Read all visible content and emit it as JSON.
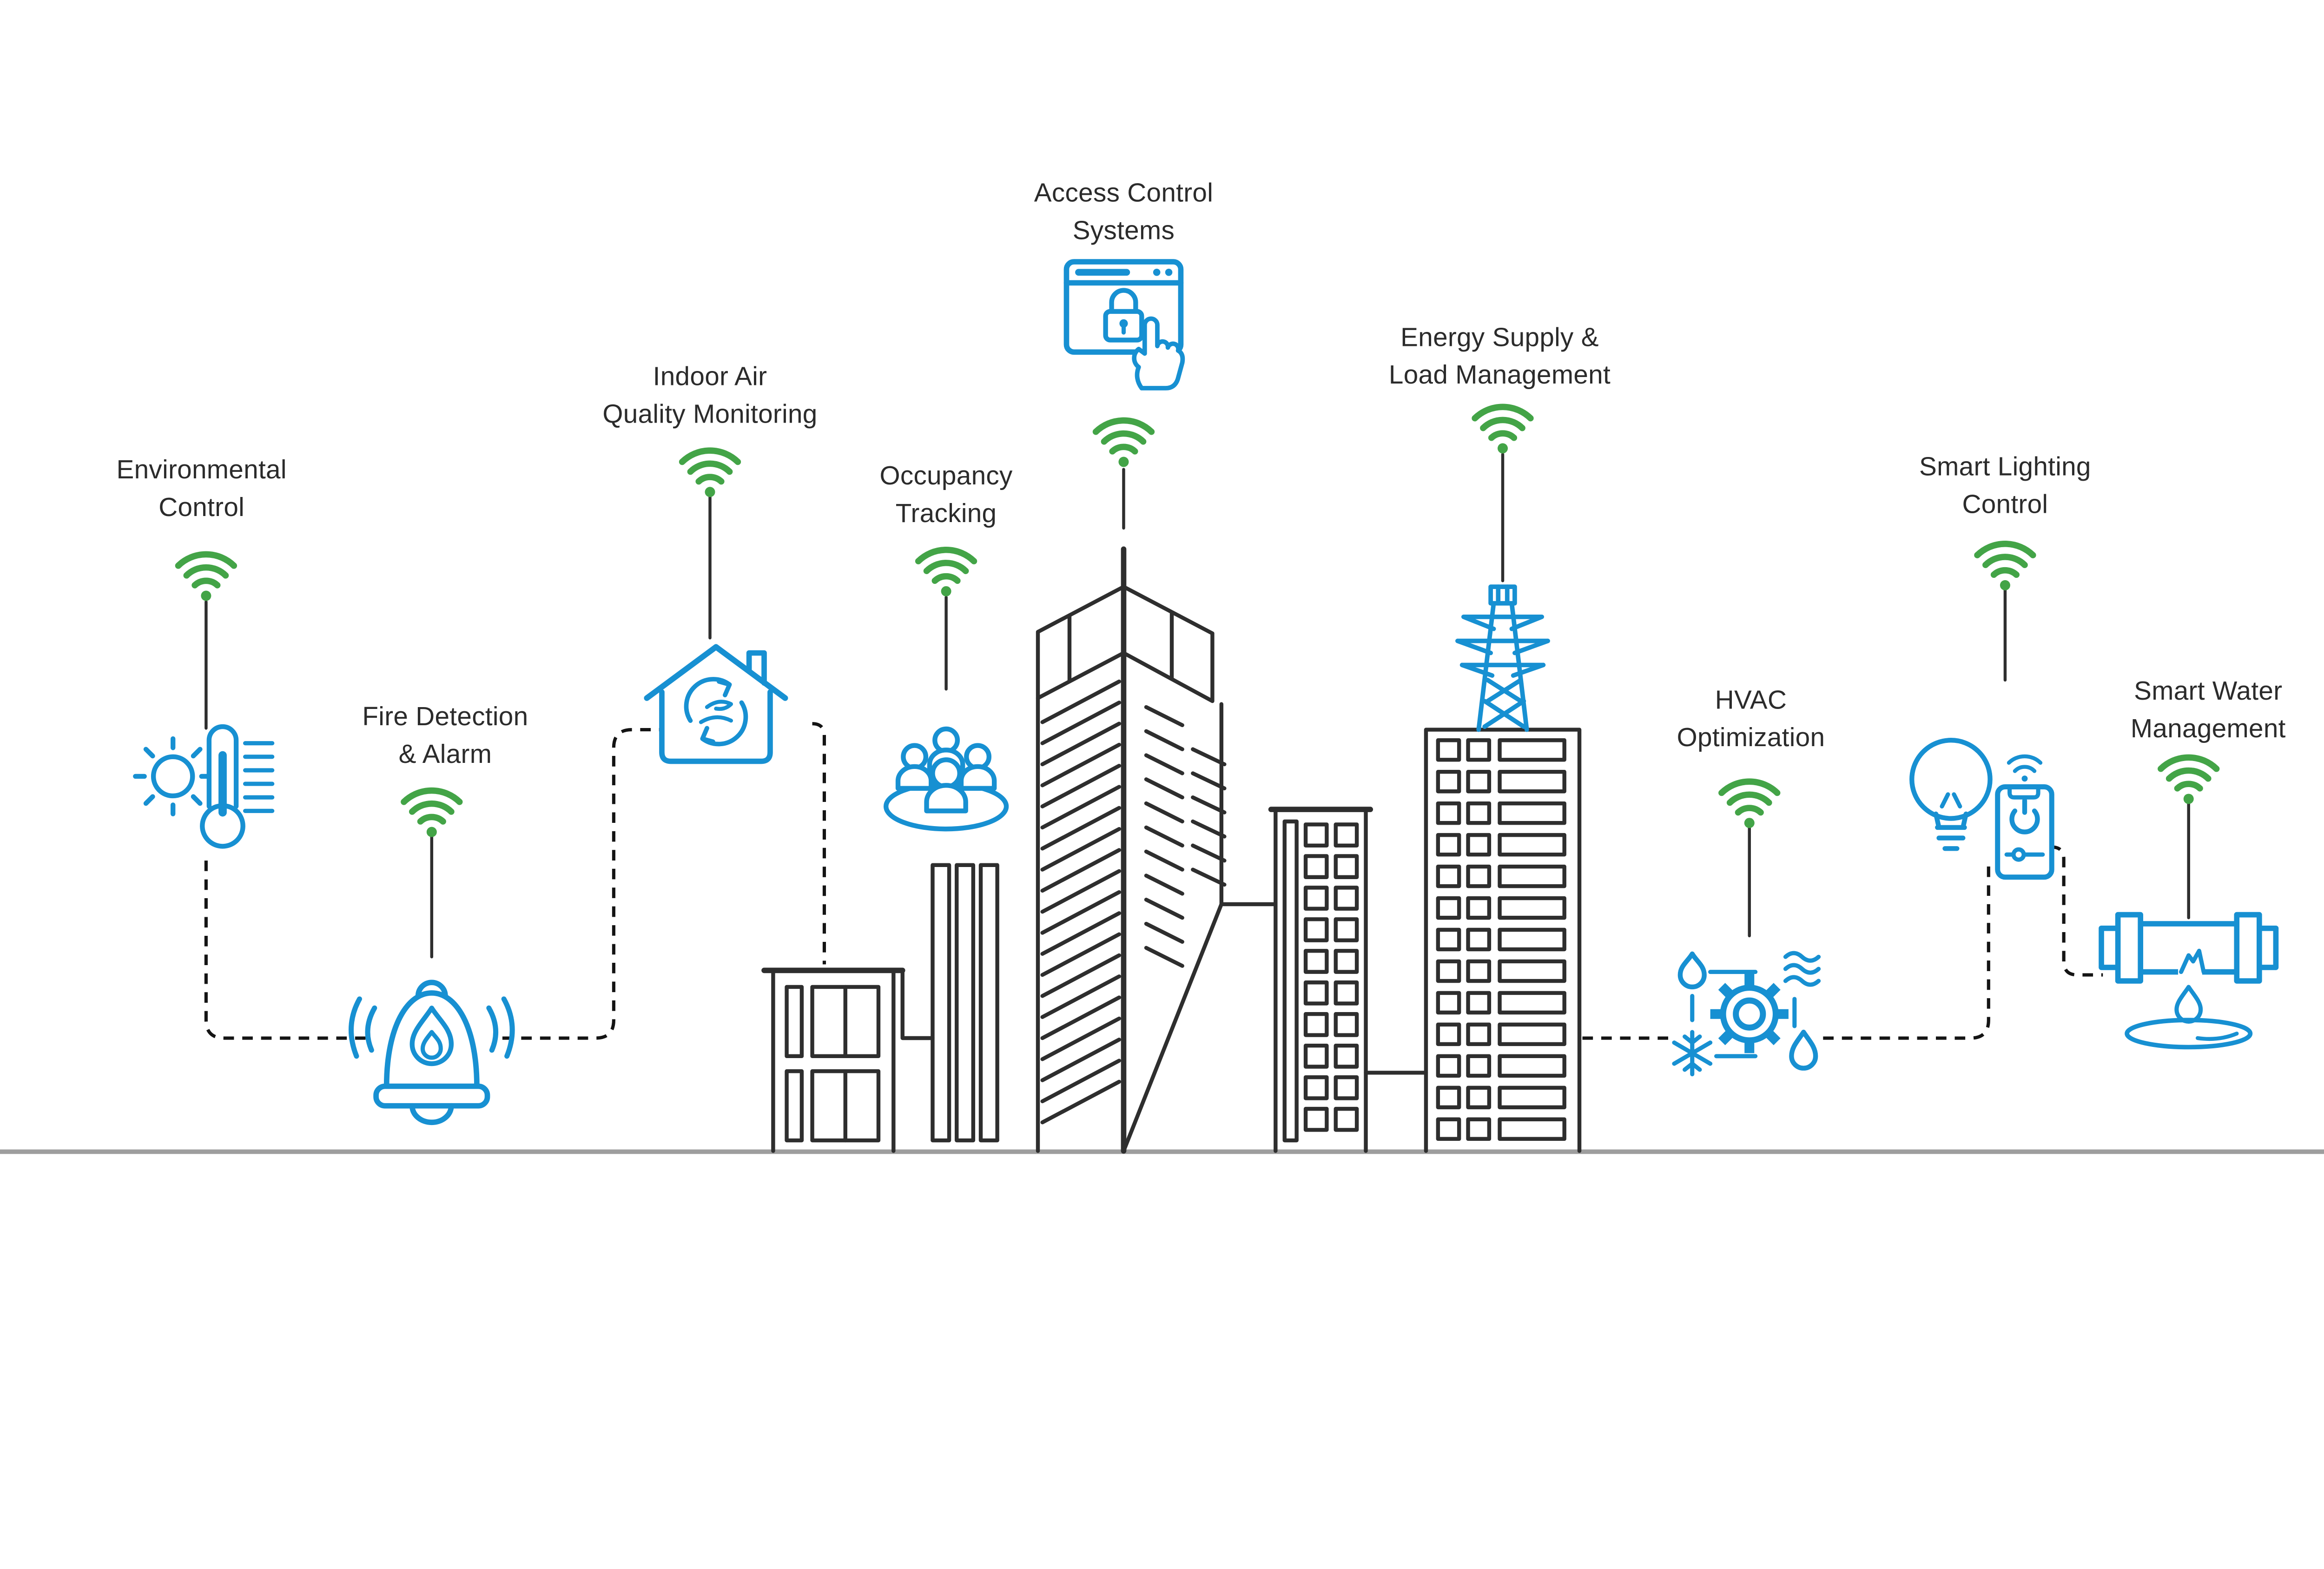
{
  "colors": {
    "accent_blue": "#1790D2",
    "wifi_green": "#43A447",
    "outline_dark": "#2E2E2E",
    "ground_gray": "#9E9E9E",
    "connector_dark": "#141414",
    "text": "#2B2B2B",
    "bg": "#FFFFFF"
  },
  "nodes": [
    {
      "id": "environmental-control",
      "label": "Environmental\nControl",
      "icon": "thermometer-sun-icon"
    },
    {
      "id": "fire-detection-alarm",
      "label": "Fire Detection\n& Alarm",
      "icon": "alarm-bell-fire-icon"
    },
    {
      "id": "indoor-air-quality",
      "label": "Indoor Air\nQuality Monitoring",
      "icon": "house-air-circulation-icon"
    },
    {
      "id": "occupancy-tracking",
      "label": "Occupancy\nTracking",
      "icon": "people-group-icon"
    },
    {
      "id": "access-control",
      "label": "Access Control\nSystems",
      "icon": "browser-lock-hand-icon"
    },
    {
      "id": "energy-supply",
      "label": "Energy Supply &\nLoad Management",
      "icon": "transmission-tower-icon"
    },
    {
      "id": "hvac-optimization",
      "label": "HVAC\nOptimization",
      "icon": "gear-climate-icon"
    },
    {
      "id": "smart-lighting",
      "label": "Smart Lighting\nControl",
      "icon": "bulb-phone-remote-icon"
    },
    {
      "id": "smart-water",
      "label": "Smart Water\nManagement",
      "icon": "leaking-pipe-icon"
    }
  ]
}
